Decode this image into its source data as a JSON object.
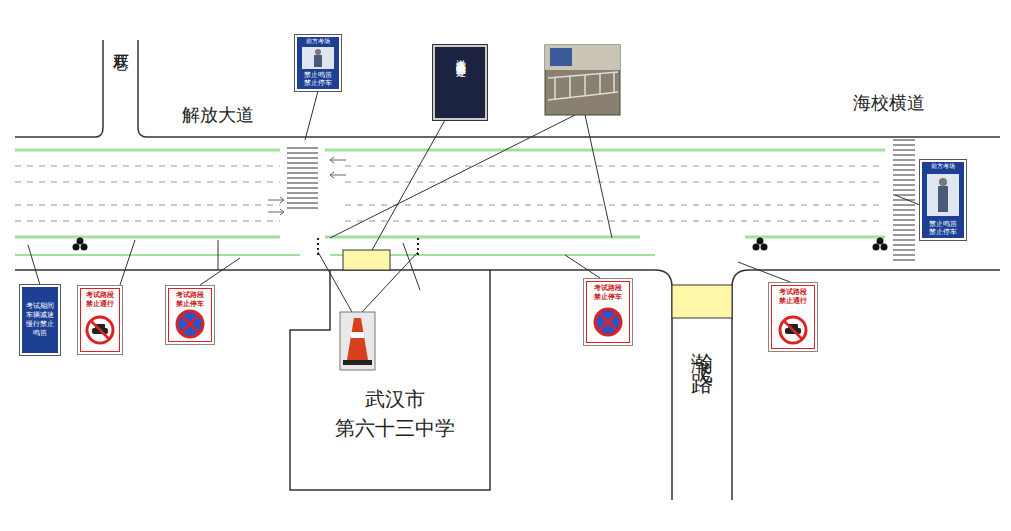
{
  "diagram": {
    "nodes": [
      {
        "text": [
          "前方考场",
          "禁止鸣笛",
          "禁止停车"
        ]
      },
      {
        "text": [
          "送考车辆临时停车处"
        ]
      },
      {
        "text": [
          "前方考场",
          "禁止鸣笛",
          "禁止停车"
        ]
      },
      {
        "text": [
          "考试期间车辆减速慢行禁止鸣笛"
        ]
      },
      {
        "text": [
          "考试路段 禁止通行"
        ]
      },
      {
        "text": [
          "考试路段 禁止停车"
        ]
      },
      {
        "text": [
          "考试路段 禁止停车"
        ]
      },
      {
        "text": [
          "考试路段 禁止通行"
        ]
      }
    ],
    "labels": [
      "双厂巷",
      "解放大道",
      "海校横道",
      "武汉市 第六十三中学",
      "瀚飞路"
    ]
  }
}
